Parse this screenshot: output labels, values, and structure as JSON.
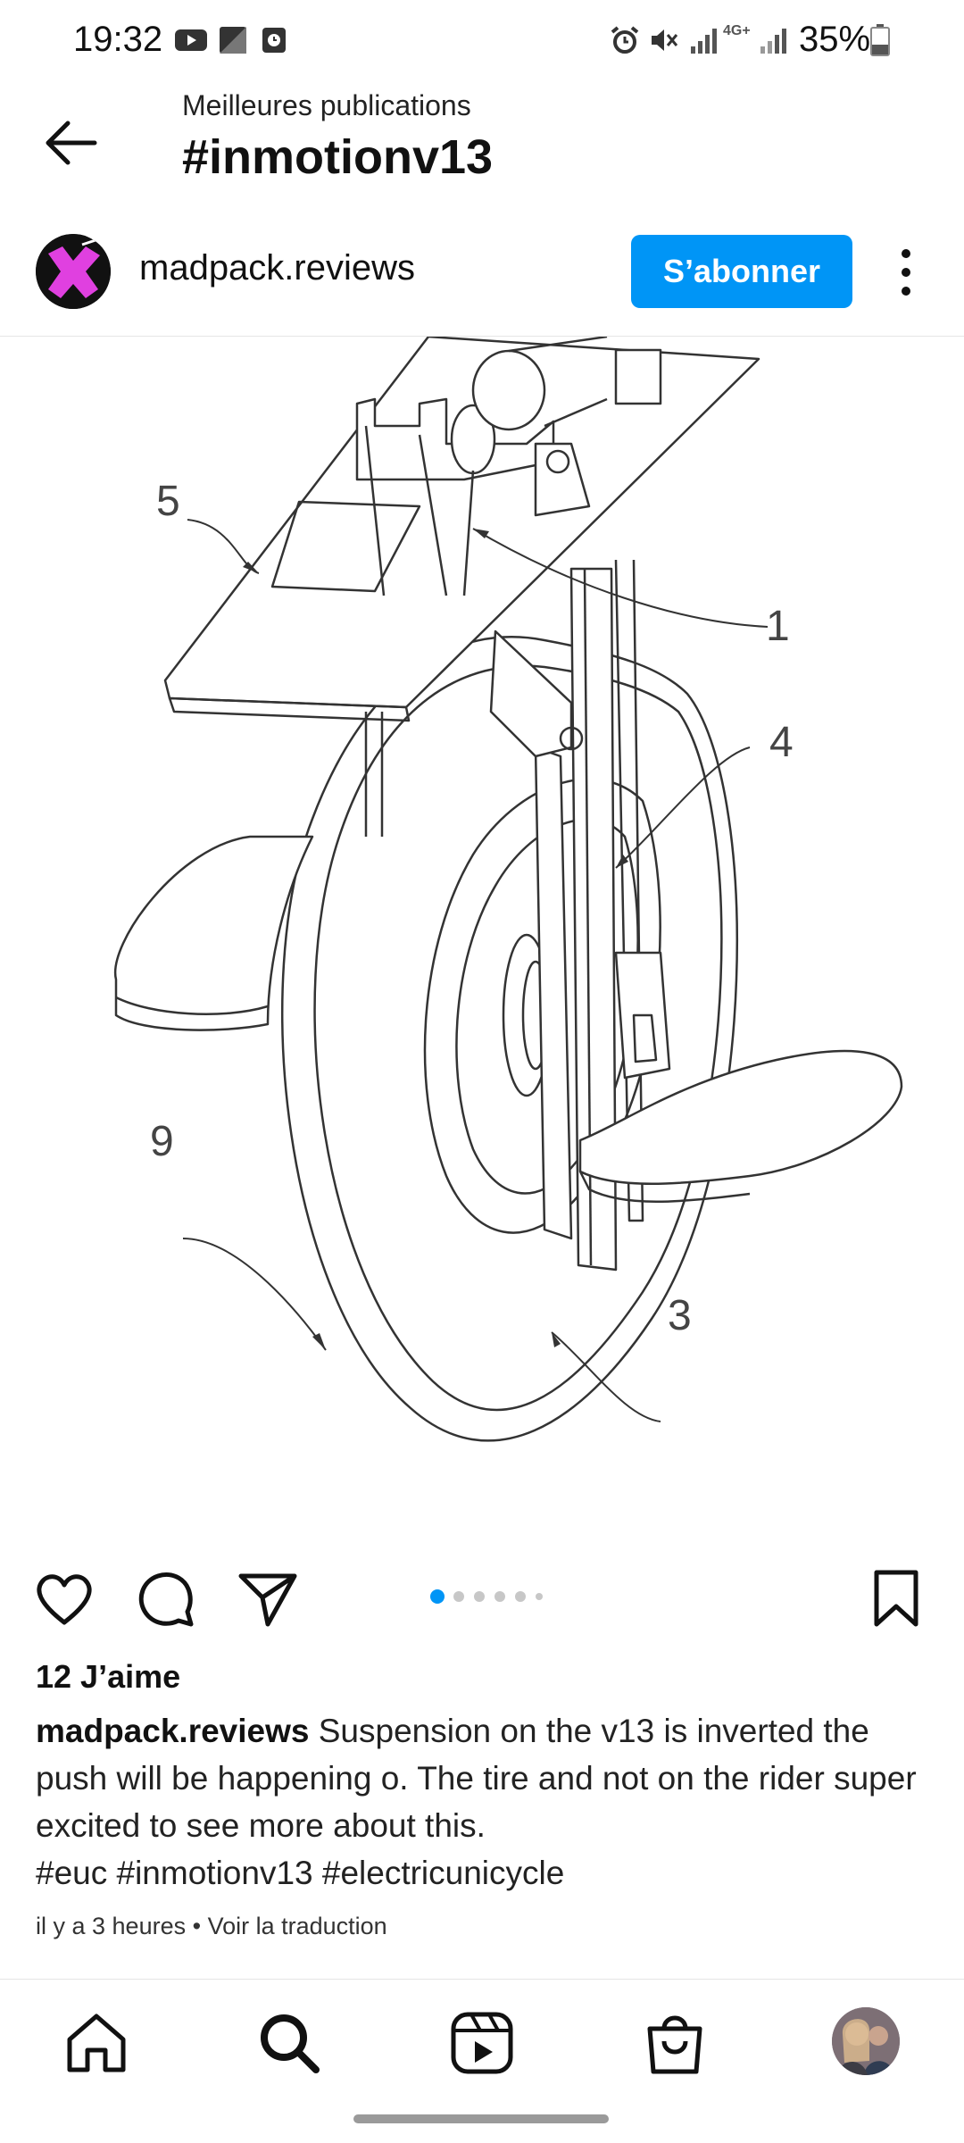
{
  "status_bar": {
    "time": "19:32",
    "battery": "35%",
    "network": "4G+",
    "icons": [
      "youtube-icon",
      "gallery-icon",
      "alarm-clock-icon",
      "alarm-icon",
      "mute-icon",
      "signal-icon",
      "signal-icon",
      "battery-icon"
    ]
  },
  "header": {
    "subtitle": "Meilleures publications",
    "title": "#inmotionv13",
    "back_icon": "arrow-left-icon"
  },
  "post": {
    "username": "madpack.reviews",
    "follow_label": "S’abonner",
    "more_icon": "more-vertical-icon",
    "image_alt": "Technical drawing of an electric unicycle with labelled parts",
    "figure_labels": [
      "5",
      "1",
      "4",
      "9",
      "3"
    ],
    "carousel": {
      "count": 6,
      "active": 0
    },
    "likes": "12 J’aime",
    "caption_user": "madpack.reviews",
    "caption_text": " Suspension on the v13 is inverted the push will be happening o. The tire and not on the rider super excited to see more about this.",
    "hashtags": "#euc #inmotionv13 #electricunicycle",
    "time_ago": "il y a 3 heures",
    "translate": "Voir la traduction",
    "separator": " • "
  },
  "actions": {
    "like_icon": "heart-icon",
    "comment_icon": "comment-icon",
    "share_icon": "send-icon",
    "save_icon": "bookmark-icon"
  },
  "bottom_nav": [
    "home-icon",
    "search-icon",
    "reels-icon",
    "shop-icon",
    "profile-avatar"
  ],
  "colors": {
    "accent": "#0095f6",
    "text": "#111111"
  }
}
